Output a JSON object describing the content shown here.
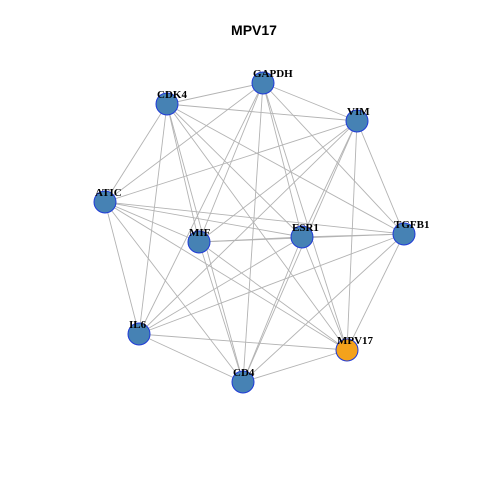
{
  "title": "MPV17",
  "colors": {
    "node_fill": "#4682b4",
    "node_border": "#1f3ad8",
    "highlight_fill": "#f4a21b",
    "highlight_border": "#1f3ad8",
    "edge": "#b3b3b3",
    "background": "#ffffff"
  },
  "nodes": [
    {
      "id": "GAPDH",
      "label": "GAPDH",
      "highlight": false
    },
    {
      "id": "CDK4",
      "label": "CDK4",
      "highlight": false
    },
    {
      "id": "VIM",
      "label": "VIM",
      "highlight": false
    },
    {
      "id": "ATIC",
      "label": "ATIC",
      "highlight": false
    },
    {
      "id": "MIF",
      "label": "MIF",
      "highlight": false
    },
    {
      "id": "ESR1",
      "label": "ESR1",
      "highlight": false
    },
    {
      "id": "TGFB1",
      "label": "TGFB1",
      "highlight": false
    },
    {
      "id": "IL6",
      "label": "IL6",
      "highlight": false
    },
    {
      "id": "MPV17",
      "label": "MPV17",
      "highlight": true
    },
    {
      "id": "CD4",
      "label": "CD4",
      "highlight": false
    }
  ],
  "edges": [
    [
      "GAPDH",
      "CDK4"
    ],
    [
      "GAPDH",
      "VIM"
    ],
    [
      "GAPDH",
      "ATIC"
    ],
    [
      "GAPDH",
      "MIF"
    ],
    [
      "GAPDH",
      "ESR1"
    ],
    [
      "GAPDH",
      "TGFB1"
    ],
    [
      "GAPDH",
      "IL6"
    ],
    [
      "GAPDH",
      "CD4"
    ],
    [
      "GAPDH",
      "MPV17"
    ],
    [
      "CDK4",
      "VIM"
    ],
    [
      "CDK4",
      "ATIC"
    ],
    [
      "CDK4",
      "MIF"
    ],
    [
      "CDK4",
      "ESR1"
    ],
    [
      "CDK4",
      "TGFB1"
    ],
    [
      "CDK4",
      "IL6"
    ],
    [
      "CDK4",
      "CD4"
    ],
    [
      "CDK4",
      "MPV17"
    ],
    [
      "VIM",
      "ATIC"
    ],
    [
      "VIM",
      "MIF"
    ],
    [
      "VIM",
      "ESR1"
    ],
    [
      "VIM",
      "TGFB1"
    ],
    [
      "VIM",
      "IL6"
    ],
    [
      "VIM",
      "CD4"
    ],
    [
      "VIM",
      "MPV17"
    ],
    [
      "ATIC",
      "MIF"
    ],
    [
      "ATIC",
      "ESR1"
    ],
    [
      "ATIC",
      "TGFB1"
    ],
    [
      "ATIC",
      "IL6"
    ],
    [
      "ATIC",
      "CD4"
    ],
    [
      "ATIC",
      "MPV17"
    ],
    [
      "MIF",
      "ESR1"
    ],
    [
      "MIF",
      "TGFB1"
    ],
    [
      "MIF",
      "CD4"
    ],
    [
      "MIF",
      "MPV17"
    ],
    [
      "ESR1",
      "TGFB1"
    ],
    [
      "ESR1",
      "IL6"
    ],
    [
      "ESR1",
      "CD4"
    ],
    [
      "ESR1",
      "MPV17"
    ],
    [
      "TGFB1",
      "IL6"
    ],
    [
      "TGFB1",
      "CD4"
    ],
    [
      "TGFB1",
      "MPV17"
    ],
    [
      "IL6",
      "CD4"
    ],
    [
      "IL6",
      "MPV17"
    ],
    [
      "CD4",
      "MPV17"
    ]
  ]
}
